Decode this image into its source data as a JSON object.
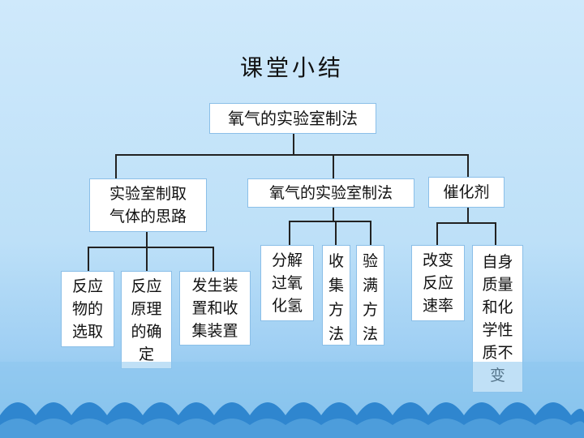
{
  "title": "课堂小结",
  "root": "氧气的实验室制法",
  "branches": [
    {
      "label": "实验室制取\n气体的思路",
      "children": [
        "反应\n物的\n选取",
        "反应\n原理\n的确\n定",
        "发生装\n置和收\n集装置"
      ]
    },
    {
      "label": "氧气的实验室制法",
      "children": [
        "分解\n过氧\n化氢",
        "收\n集\n方\n法",
        "验\n满\n方\n法"
      ]
    },
    {
      "label": "催化剂",
      "children": [
        "改变\n反应\n速率",
        "自身\n质量\n和化\n学性\n质不\n变"
      ]
    }
  ],
  "colors": {
    "box_border": "#8bbfe8",
    "background_top": "#cfe9fb",
    "wave": "#2f86cf"
  }
}
